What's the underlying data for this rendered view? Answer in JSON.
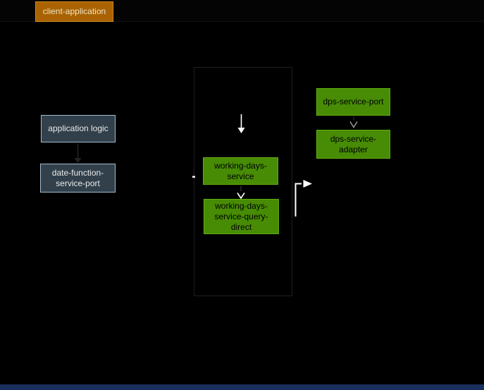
{
  "diagram": {
    "type": "architecture-diagram",
    "nodes": {
      "client_application": {
        "label": "client-application",
        "color_role": "orange"
      },
      "application_logic": {
        "label": "application logic",
        "color_role": "gray"
      },
      "date_function_service_port": {
        "label": "date-function-service-port",
        "color_role": "gray"
      },
      "working_days_service": {
        "label": "working-days-service",
        "color_role": "green"
      },
      "working_days_service_query_direct": {
        "label": "working-days-service-query-direct",
        "color_role": "green"
      },
      "dps_service_port": {
        "label": "dps-service-port",
        "color_role": "green"
      },
      "dps_service_adapter": {
        "label": "dps-service-adapter",
        "color_role": "green"
      }
    },
    "edges": [
      {
        "name": "application-logic-to-date-function-service-port",
        "style": "dark-filled-arrow-down"
      },
      {
        "name": "into-container-top-arrow",
        "style": "white-filled-arrow-down"
      },
      {
        "name": "working-days-service-to-query-direct",
        "style": "white-open-chevron-down"
      },
      {
        "name": "dps-service-port-to-dps-service-adapter",
        "style": "gray-open-chevron-down"
      },
      {
        "name": "query-direct-elbow-arrow-right",
        "style": "white-elbow-arrow-right"
      }
    ],
    "colors": {
      "background": "#000000",
      "orange_fill": "#a96302",
      "orange_border": "#cd8a22",
      "orange_text": "#f2e2c2",
      "gray_fill": "#31404b",
      "gray_border": "#a2bccc",
      "gray_text": "#e9e9e9",
      "green_fill": "#478c04",
      "green_border": "#60ae10",
      "green_text": "#000000",
      "container_border": "#1f1f1f",
      "arrow_white": "#ffffff",
      "arrow_gray": "#9a9a9a",
      "arrow_dark": "#242424",
      "bottom_bar": "#1a2f5e"
    }
  }
}
